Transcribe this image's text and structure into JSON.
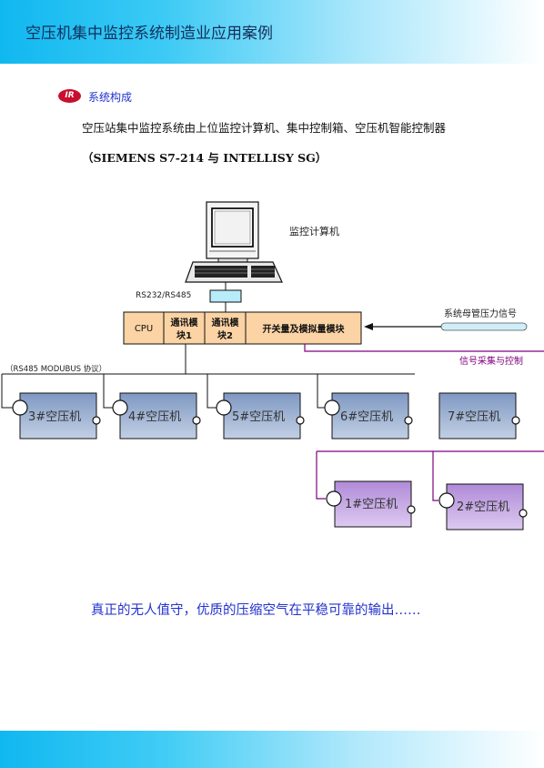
{
  "header": {
    "title": "空压机集中监控系统制造业应用案例"
  },
  "section": {
    "logo_text": "IR",
    "title": "系统构成",
    "intro_line1": "空压站集中监控系统由上位监控计算机、集中控制箱、空压机智能控制器",
    "intro_line2": "（SIEMENS S7-214 与 INTELLISY SG）"
  },
  "diagram": {
    "computer_label": "监控计算机",
    "rs_label": "RS232/RS485",
    "cpu_label": "CPU",
    "comm1_line1": "通讯模",
    "comm1_line2": "块1",
    "comm2_line1": "通讯模",
    "comm2_line2": "块2",
    "io_label": "开关量及模拟量模块",
    "pressure_label": "系统母管压力信号",
    "signal_label": "信号采集与控制",
    "protocol_label": "（RS485 MODUBUS 协议）",
    "compressors_top": [
      "3#空压机",
      "4#空压机",
      "5#空压机",
      "6#空压机",
      "7#空压机"
    ],
    "compressors_bottom": [
      "1#空压机",
      "2#空压机"
    ]
  },
  "footer": {
    "tagline": "真正的无人值守，优质的压缩空气在平稳可靠的输出……"
  }
}
